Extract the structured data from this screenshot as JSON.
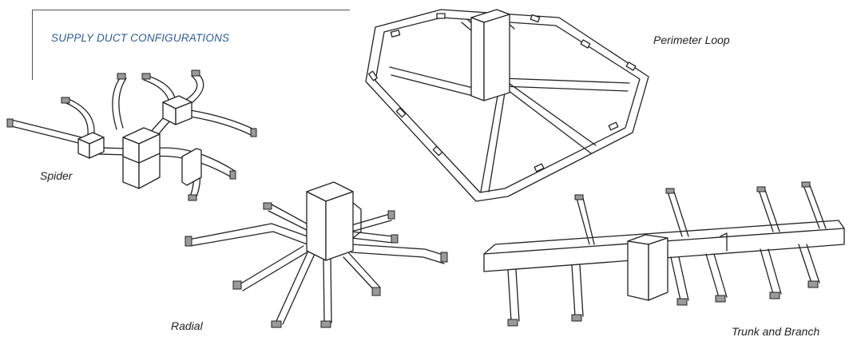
{
  "title": "SUPPLY DUCT CONFIGURATIONS",
  "configurations": {
    "spider": "Spider",
    "perimeter_loop": "Perimeter Loop",
    "radial": "Radial",
    "trunk_and_branch": "Trunk and Branch"
  },
  "colors": {
    "title": "#2a5c9c",
    "line": "#222222"
  }
}
